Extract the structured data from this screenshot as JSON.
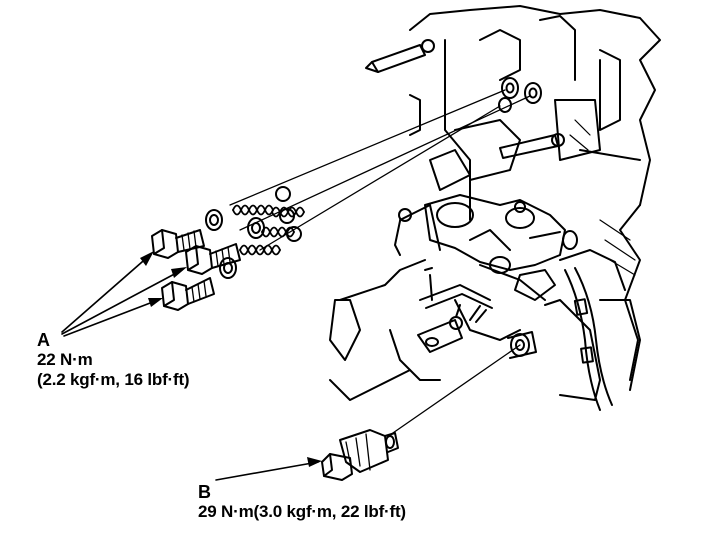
{
  "callouts": {
    "a": {
      "letter": "A",
      "torque": "22 N·m",
      "torque_alt": "(2.2 kgf·m, 16 lbf·ft)"
    },
    "b": {
      "letter": "B",
      "torque": "29 N·m(3.0 kgf·m, 22 lbf·ft)"
    }
  },
  "colors": {
    "ink": "#000000",
    "background": "#ffffff"
  }
}
